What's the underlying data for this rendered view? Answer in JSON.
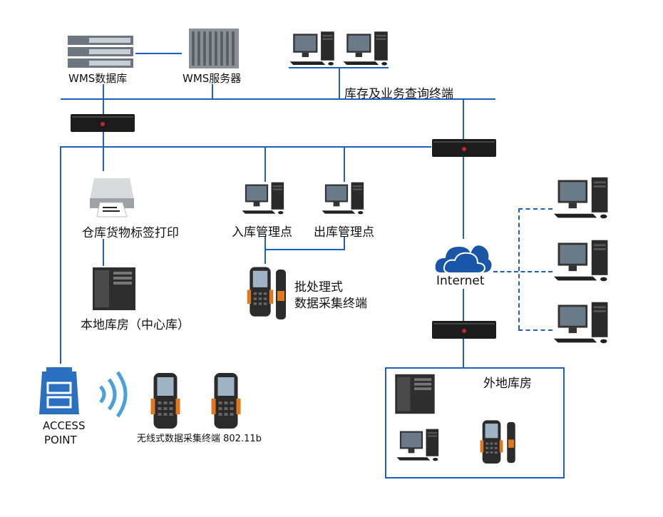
{
  "nodes": {
    "wms_db": "WMS数据库",
    "wms_server": "WMS服务器",
    "query_terminals": "库存及业务查询终端",
    "label_printer": "仓库货物标签打印",
    "local_warehouse": "本地库房（中心库）",
    "inbound": "入库管理点",
    "outbound": "出库管理点",
    "batch_terminal_1": "批处理式",
    "batch_terminal_2": "数据采集终端",
    "internet": "Internet",
    "remote_warehouse": "外地库房",
    "access_point_1": "ACCESS",
    "access_point_2": "POINT",
    "wireless_terminal": "无线式数据采集终端 802.11b"
  },
  "colors": {
    "line": "#1f5fbf",
    "cloud": "#1a56a8",
    "ap": "#2a6fc0"
  }
}
